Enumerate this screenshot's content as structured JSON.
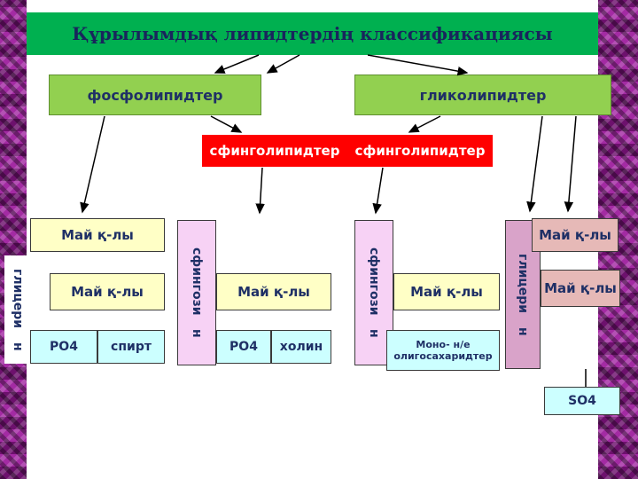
{
  "slide": {
    "title": "Құрылымдық липидтердің классификациясы"
  },
  "categories": {
    "phospholipids": "фосфолипидтер",
    "glycolipids": "гликолипидтер",
    "sphingolipids_left": "сфинголипидтер",
    "sphingolipids_right": "сфинголипидтер"
  },
  "structures": {
    "glycerophospholipid": {
      "backbone": "глицери",
      "backbone_suffix": "н",
      "fatty_acid_1": "Май қ-лы",
      "fatty_acid_2": "Май қ-лы",
      "phosphate": "PO4",
      "alcohol": "спирт"
    },
    "sphingomyelin": {
      "backbone": "сфингози",
      "backbone_suffix": "н",
      "fatty_acid": "Май қ-лы",
      "phosphate": "PO4",
      "choline": "холин"
    },
    "glycosphingolipid": {
      "backbone": "сфингози",
      "backbone_suffix": "н",
      "fatty_acid": "Май қ-лы",
      "saccharide": "Моно- н/е олигосахаридтер"
    },
    "sulfolipid": {
      "backbone": "глицери",
      "backbone_suffix": "н",
      "fatty_acid_1": "Май қ-лы",
      "fatty_acid_2": "Май қ-лы",
      "sulfate": "SO4"
    }
  },
  "colors": {
    "title_bg": "#00b050",
    "category_bg": "#92d050",
    "sphingolipid_bg": "#ff0000",
    "fatty_yellow": "#ffffc6",
    "cyan_box": "#ccffff",
    "pink_column": "#f7d2f5",
    "mauve_column": "#d9a3c9",
    "rose_box": "#e6b9b7",
    "text_navy": "#1f3066",
    "side_strip": "#8a1b8a"
  }
}
